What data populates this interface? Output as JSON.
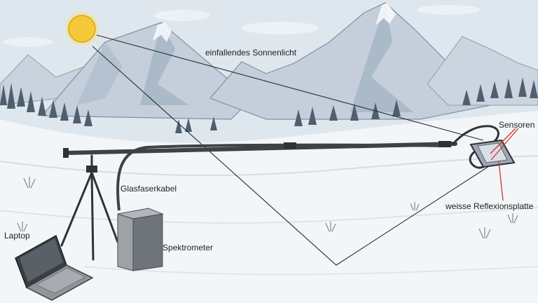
{
  "labels": {
    "incident_light": "einfallendes Sonnenlicht",
    "sensors": "Sensoren",
    "reflection_plate": "weisse Reflexionsplatte",
    "fiber_cable": "Glasfaserkabel",
    "spectrometer": "Spektrometer",
    "laptop": "Laptop"
  },
  "colors": {
    "sky": "#dfe7ee",
    "snow": "#f3f6f8",
    "mountain": "#c4cfdb",
    "mountain_shade": "#9fb0c2",
    "trees": "#4f5f6d",
    "sun": "#f4c93a",
    "sun_outline": "#d9a41a",
    "cable": "#3e4247",
    "pointer_red": "#d0342c",
    "device": "#8a8f94"
  },
  "icons": {
    "sun": "sun-icon",
    "tripod": "tripod-icon",
    "spectrometer": "spectrometer-box-icon",
    "laptop": "laptop-icon",
    "sensor_head": "sensor-head-icon"
  }
}
